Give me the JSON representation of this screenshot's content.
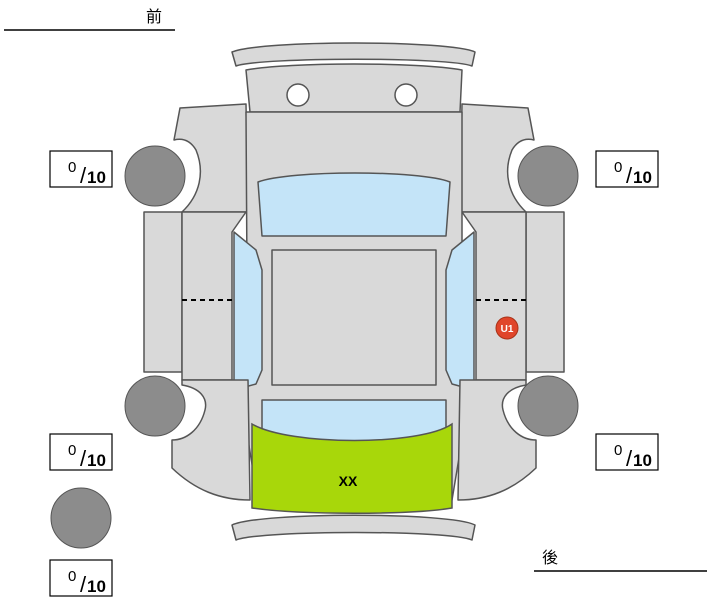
{
  "labels": {
    "front": "前",
    "rear": "後"
  },
  "tires": [
    {
      "id": "front-left",
      "value": "0",
      "max": "10"
    },
    {
      "id": "front-right",
      "value": "0",
      "max": "10"
    },
    {
      "id": "rear-left",
      "value": "0",
      "max": "10"
    },
    {
      "id": "rear-right",
      "value": "0",
      "max": "10"
    },
    {
      "id": "spare",
      "value": "0",
      "max": "10"
    }
  ],
  "damage_marks": [
    {
      "id": "right-side",
      "code": "U1",
      "color": "#e0452a"
    }
  ],
  "damage_areas": [
    {
      "id": "rear-window",
      "code": "XX",
      "color": "#a8d70a"
    }
  ],
  "colors": {
    "body": "#d9d9d9",
    "glass": "#c4e4f8",
    "tire": "#8c8c8c",
    "outline": "#555555"
  }
}
